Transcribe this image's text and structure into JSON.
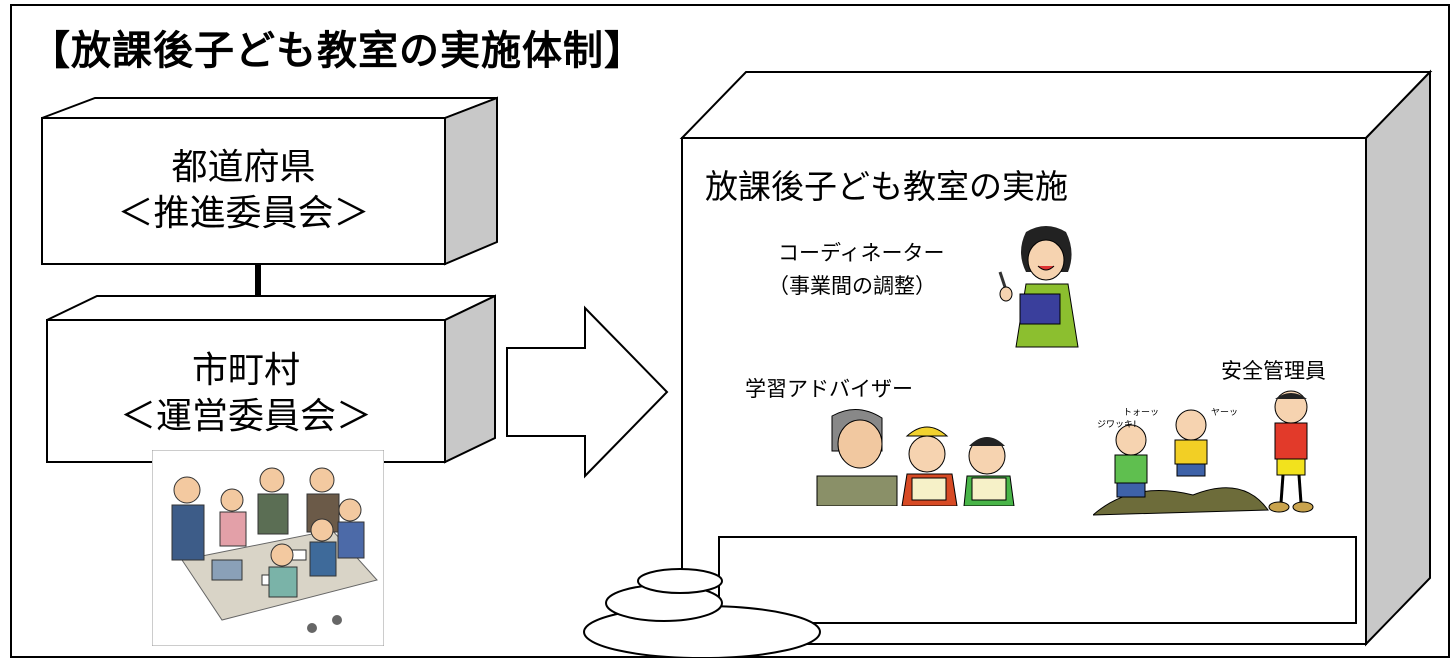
{
  "title": "【放課後子ども教室の実施体制】",
  "prefecture": {
    "name": "都道府県",
    "committee": "＜推進委員会＞"
  },
  "municipality": {
    "name": "市町村",
    "committee": "＜運営委員会＞"
  },
  "implementation": {
    "heading": "放課後子ども教室の実施",
    "coordinator_label": "コーディネーター",
    "coordinator_role": "（事業間の調整）",
    "advisor_label": "学習アドバイザー",
    "safety_label": "安全管理員",
    "sound_effects": [
      "ジワッキ!",
      "トォーッ",
      "ヤーッ"
    ]
  },
  "colors": {
    "box_side": "#c8c8c8",
    "outline": "#000000"
  }
}
